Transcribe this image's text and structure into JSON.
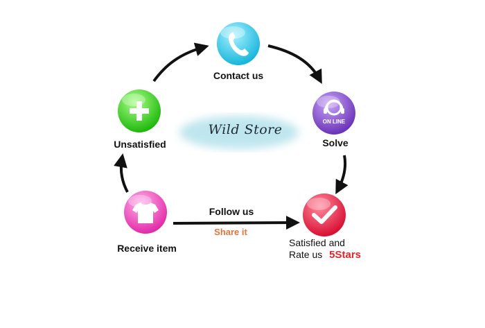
{
  "center": {
    "title": "Wild Store"
  },
  "nodes": {
    "contact": {
      "label": "Contact us",
      "icon": "phone-icon",
      "color": "#27c6e6"
    },
    "solve": {
      "label": "Solve",
      "icon": "online-support-icon",
      "color": "#7b48c8",
      "badge": "ON LINE"
    },
    "unsatisfied": {
      "label": "Unsatisfied",
      "icon": "plus-icon",
      "color": "#3ad21f"
    },
    "receive": {
      "label": "Receive item",
      "icon": "tshirt-icon",
      "color": "#f040b8"
    },
    "satisfied": {
      "line1": "Satisfied  and",
      "line2_prefix": "Rate us",
      "stars": "5Stars",
      "icon": "checkmark-icon",
      "color": "#e8183c"
    }
  },
  "edge_labels": {
    "follow": "Follow us",
    "share": "Share it"
  },
  "colors": {
    "share": "#e8733a",
    "stars": "#e8232b",
    "arrow": "#111111",
    "cloud": "#bfe6ee"
  }
}
